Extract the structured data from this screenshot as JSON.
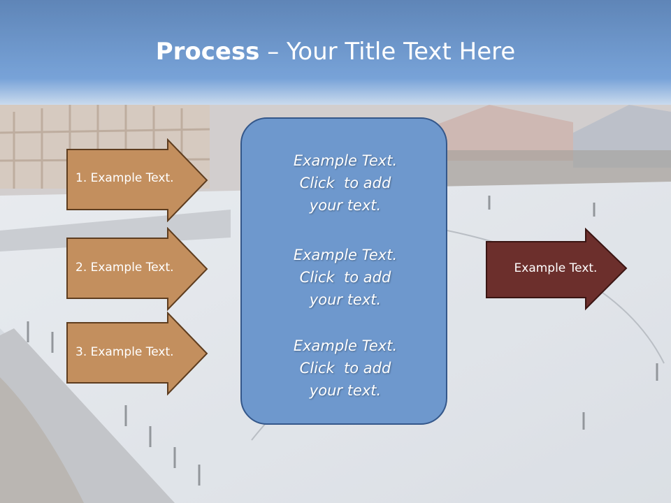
{
  "title": {
    "bold": "Process",
    "rest": " – Your Title Text Here"
  },
  "left_arrows": [
    {
      "label": "1. Example Text."
    },
    {
      "label": "2. Example Text."
    },
    {
      "label": "3. Example Text."
    }
  ],
  "center_box": {
    "paragraphs": [
      {
        "lines": [
          "Example Text.",
          "Click  to add",
          "your text."
        ]
      },
      {
        "lines": [
          "Example Text.",
          "Click  to add",
          "your text."
        ]
      },
      {
        "lines": [
          "Example Text.",
          "Click  to add",
          "your text."
        ]
      }
    ]
  },
  "right_arrow": {
    "label": "Example Text."
  },
  "colors": {
    "left_arrow_fill": "#c38f5e",
    "left_arrow_border": "#5e3d1f",
    "right_arrow_fill": "#6c2f2c",
    "right_arrow_border": "#3a1513",
    "center_fill": "#6e98cd",
    "header_blue": "#4a80c4"
  }
}
